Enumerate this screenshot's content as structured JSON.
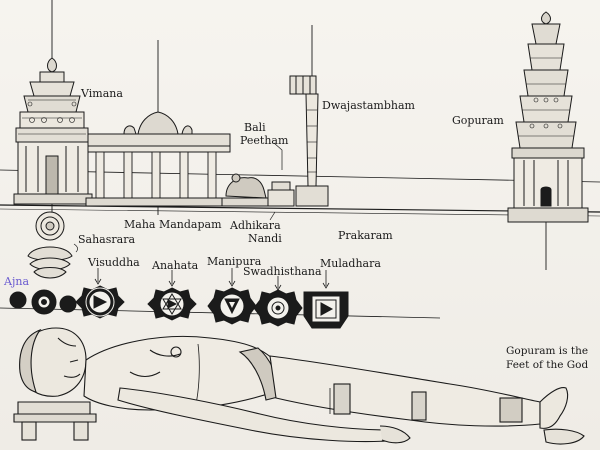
{
  "temple_labels": {
    "vimana": "Vimana",
    "maha_mandapam": "Maha Mandapam",
    "bali_peetham_1": "Bali",
    "bali_peetham_2": "Peetham",
    "dwajastambham": "Dwajastambham",
    "adhikara_1": "Adhikara",
    "adhikara_2": "Nandi",
    "prakaram": "Prakaram",
    "gopuram": "Gopuram"
  },
  "chakras": {
    "sahasrara": "Sahasrara",
    "ajna": "Ajna",
    "visuddha": "Visuddha",
    "anahata": "Anahata",
    "manipura": "Manipura",
    "swadhisthana": "Swadhisthana",
    "muladhara": "Muladhara"
  },
  "note": {
    "line1": "Gopuram is the",
    "line2": "Feet of the God"
  },
  "colors": {
    "ink": "#1b1b1b",
    "paper": "#f3f1ec",
    "accent": "#6b5bd0"
  }
}
